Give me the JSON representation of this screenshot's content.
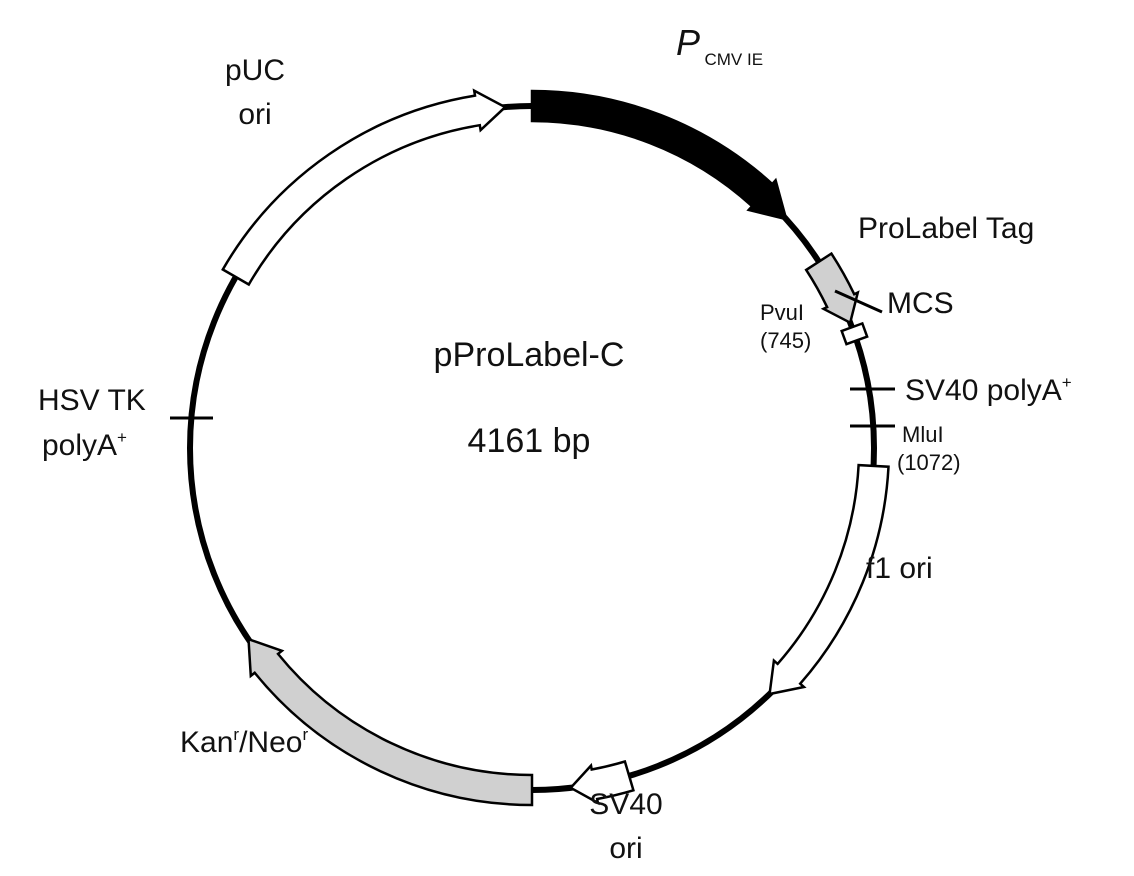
{
  "diagram": {
    "name": "pProLabel-C",
    "size": "4161 bp"
  },
  "features": {
    "promoter": {
      "label_main": "P",
      "label_sub": "CMV IE"
    },
    "prolabel_tag": {
      "label": "ProLabel Tag"
    },
    "mcs": {
      "label": "MCS"
    },
    "pvui": {
      "label": "PvuI",
      "position": "(745)"
    },
    "sv40_polya": {
      "label": "SV40 polyA",
      "sup": "+"
    },
    "mlui": {
      "label": "MluI",
      "position": "(1072)"
    },
    "f1_ori": {
      "label": "f1 ori"
    },
    "sv40_ori": {
      "line1": "SV40",
      "line2": "ori"
    },
    "kan_neo": {
      "part1": "Kan",
      "sup1": "r",
      "part2": "/Neo",
      "sup2": "r"
    },
    "hsv_tk_polya": {
      "line1": "HSV TK",
      "line2": "polyA",
      "sup": "+"
    },
    "puc_ori": {
      "line1": "pUC",
      "line2": "ori"
    }
  },
  "colors": {
    "line": "#000000",
    "promoter_fill": "#000000",
    "gray_feature_fill": "#d0d0d0",
    "white_feature_fill": "#ffffff"
  }
}
